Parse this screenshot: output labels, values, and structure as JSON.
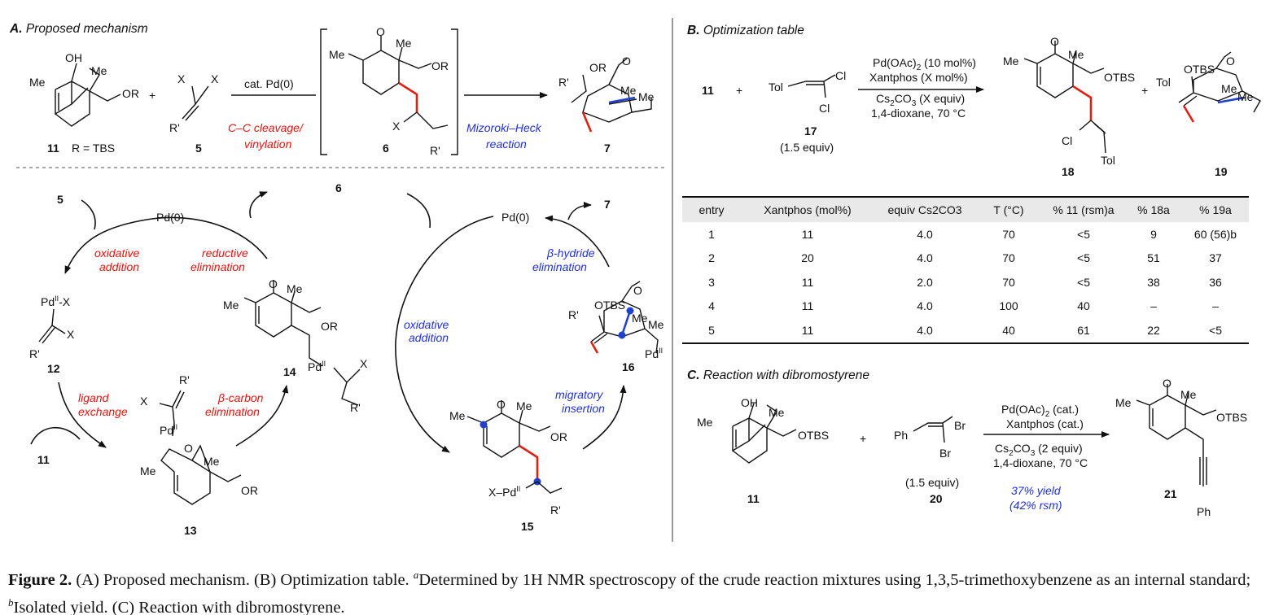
{
  "panel_a": {
    "label": "A.",
    "title": "Proposed mechanism",
    "r_tbs": "R = TBS",
    "cmpd_11": "11",
    "cmpd_5": "5",
    "cmpd_6": "6",
    "cmpd_7": "7",
    "plus": "+",
    "cat_pd": "cat. Pd(0)",
    "cc_cleavage": "C–C cleavage/",
    "vinylation": "vinylation",
    "mh_1": "Mizoroki–Heck",
    "mh_2": "reaction",
    "oh": "OH",
    "me": "Me",
    "or": "OR",
    "x": "X",
    "r_prime": "R'",
    "o": "O"
  },
  "cycle1": {
    "pd0": "Pd(0)",
    "cmpd_5": "5",
    "cmpd_6": "6",
    "cmpd_11": "11",
    "cmpd_12": "12",
    "cmpd_13": "13",
    "cmpd_14": "14",
    "ox_add_1": "oxidative",
    "ox_add_2": "addition",
    "red_elim_1": "reductive",
    "red_elim_2": "elimination",
    "lig_ex_1": "ligand",
    "lig_ex_2": "exchange",
    "bc_elim_1": "β-carbon",
    "bc_elim_2": "elimination",
    "pd": "Pd",
    "ii": "II",
    "x_dash": "-X"
  },
  "cycle2": {
    "pd0": "Pd(0)",
    "cmpd_7": "7",
    "cmpd_15": "15",
    "cmpd_16": "16",
    "bh_elim_1": "β-hydride",
    "bh_elim_2": "elimination",
    "ox_add_1": "oxidative",
    "ox_add_2": "addition",
    "mig_ins_1": "migratory",
    "mig_ins_2": "insertion",
    "otbs": "OTBS",
    "x_pd": "X–Pd"
  },
  "panel_b": {
    "label": "B.",
    "title": "Optimization table",
    "cmpd_11": "11",
    "plus": "+",
    "tol": "Tol",
    "cl": "Cl",
    "cmpd_17": "17",
    "equiv_17": "(1.5 equiv)",
    "cond_1a": "Pd(OAc)",
    "cond_1b": "2",
    "cond_1c": " (10 mol%)",
    "cond_2": "Xantphos (X mol%)",
    "cond_3a": "Cs",
    "cond_3b": "2",
    "cond_3c": "CO",
    "cond_3d": "3",
    "cond_3e": " (X equiv)",
    "cond_4": "1,4-dioxane, 70 °C",
    "cmpd_18": "18",
    "cmpd_19": "19",
    "otbs": "OTBS"
  },
  "table": {
    "headers": [
      "entry",
      "Xantphos (mol%)",
      "equiv Cs2CO3",
      "T (°C)",
      "% 11 (rsm)a",
      "% 18a",
      "% 19a"
    ],
    "rows": [
      [
        "1",
        "11",
        "4.0",
        "70",
        "<5",
        "9",
        "60 (56)b"
      ],
      [
        "2",
        "20",
        "4.0",
        "70",
        "<5",
        "51",
        "37"
      ],
      [
        "3",
        "11",
        "2.0",
        "70",
        "<5",
        "38",
        "36"
      ],
      [
        "4",
        "11",
        "4.0",
        "100",
        "40",
        "–",
        "–"
      ],
      [
        "5",
        "11",
        "4.0",
        "40",
        "61",
        "22",
        "<5"
      ]
    ]
  },
  "panel_c": {
    "label": "C.",
    "title": "Reaction with dibromostyrene",
    "cmpd_11": "11",
    "cmpd_20": "20",
    "cmpd_21": "21",
    "plus": "+",
    "ph": "Ph",
    "br": "Br",
    "equiv_20": "(1.5 equiv)",
    "cond_1a": "Pd(OAc)",
    "cond_1b": "2",
    "cond_1c": " (cat.)",
    "cond_2": "Xantphos (cat.)",
    "cond_3a": "Cs",
    "cond_3b": "2",
    "cond_3c": "CO",
    "cond_3d": "3",
    "cond_3e": " (2 equiv)",
    "cond_4": "1,4-dioxane, 70 °C",
    "yield_1": "37% yield",
    "yield_2": "(42% rsm)",
    "otbs": "OTBS"
  },
  "caption": {
    "label": "Figure 2.",
    "text_1": " (A) Proposed mechanism. (B) Optimization table. ",
    "sup_a": "a",
    "text_2": "Determined by 1H NMR spectroscopy of the crude reaction mixtures using 1,3,5-trimethoxybenzene as an internal standard; ",
    "sup_b": "b",
    "text_3": "Isolated yield. (C) Reaction with dibromostyrene."
  },
  "colors": {
    "red": "#e8120c",
    "blue": "#2030d8",
    "divider": "#999999",
    "table_header": "#e9e9e9"
  }
}
